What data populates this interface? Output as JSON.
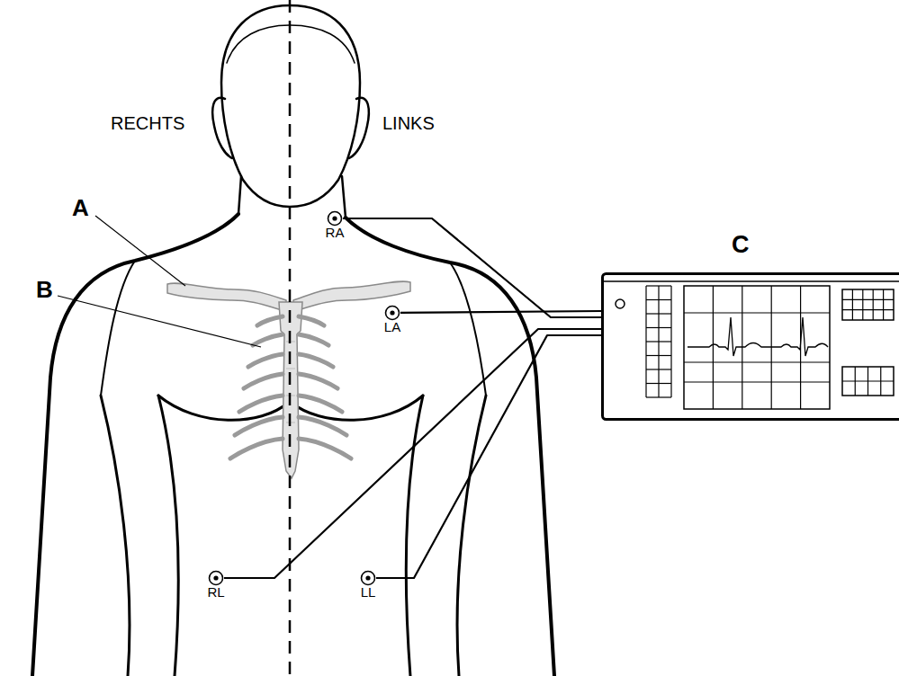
{
  "diagram": {
    "nodes": [
      {
        "text": [
          "RA"
        ]
      },
      {
        "text": [
          "C"
        ]
      },
      {
        "text": [
          "LA"
        ]
      },
      {
        "text": [
          "RL"
        ]
      },
      {
        "text": [
          "LL"
        ]
      }
    ],
    "edges": [
      {
        "from": 0,
        "to": 1,
        "arrow": "none"
      },
      {
        "from": 2,
        "to": 1,
        "arrow": "none"
      },
      {
        "from": 3,
        "to": 1,
        "arrow": "none"
      },
      {
        "from": 4,
        "to": 1,
        "arrow": "none"
      }
    ],
    "labels": [
      "RECHTS",
      "LINKS",
      "A",
      "B"
    ]
  }
}
